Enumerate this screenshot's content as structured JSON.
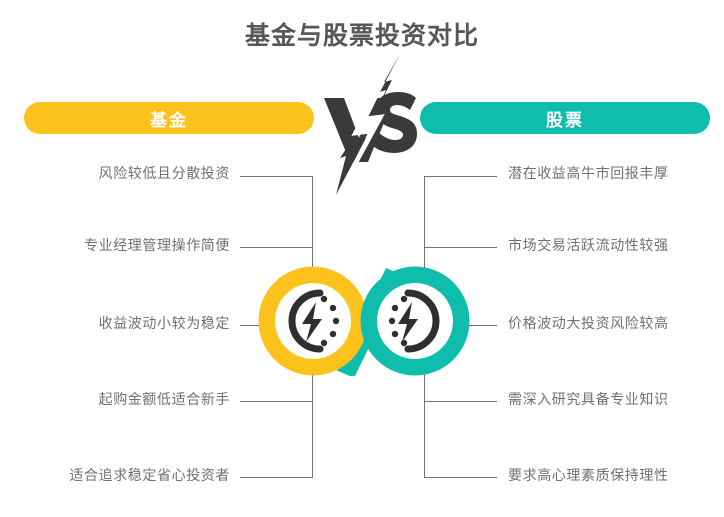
{
  "page": {
    "title": "基金与股票投资对比",
    "background_color": "#ffffff",
    "title_color": "#555759",
    "text_color": "#6d7074",
    "line_color": "#6f7478"
  },
  "colors": {
    "fund_accent": "#fdc21c",
    "stock_accent": "#0fbdad",
    "dark": "#3a3a3a",
    "white": "#ffffff"
  },
  "vs_badge": {
    "label": "VS",
    "icon": "lightning-bolt-slash-icon",
    "color": "#3a3a3a"
  },
  "left_column": {
    "header_label": "基金",
    "header_color": "#fdc21c",
    "icon_name": "fund-lightning-gauge-icon",
    "ring_color": "#fdc21c",
    "items": [
      {
        "label": "风险较低且分散投资"
      },
      {
        "label": "专业经理管理操作简便"
      },
      {
        "label": "收益波动小较为稳定"
      },
      {
        "label": "起购金额低适合新手"
      },
      {
        "label": "适合追求稳定省心投资者"
      }
    ]
  },
  "right_column": {
    "header_label": "股票",
    "header_color": "#0fbdad",
    "icon_name": "stock-lightning-gauge-icon",
    "ring_color": "#0fbdad",
    "items": [
      {
        "label": "潜在收益高牛市回报丰厚"
      },
      {
        "label": "市场交易活跃流动性较强"
      },
      {
        "label": "价格波动大投资风险较高"
      },
      {
        "label": "需深入研究具备专业知识"
      },
      {
        "label": "要求高心理素质保持理性"
      }
    ]
  }
}
